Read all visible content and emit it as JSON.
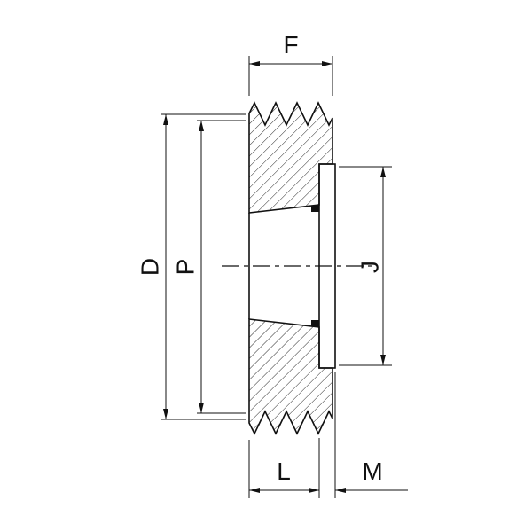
{
  "drawing": {
    "type": "technical-section-view",
    "subject": "v-belt-pulley-with-taper-bush-cross-section",
    "labels": {
      "F": "F",
      "D": "D",
      "P": "P",
      "J": "J",
      "L": "L",
      "M": "M"
    },
    "colors": {
      "line": "#111111",
      "background": "#ffffff"
    }
  }
}
